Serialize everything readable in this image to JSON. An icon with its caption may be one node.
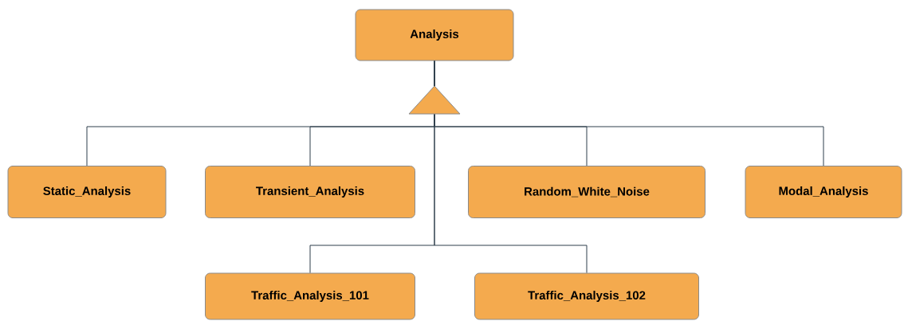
{
  "diagram": {
    "nodes": [
      {
        "text": [
          "Analysis"
        ]
      },
      {
        "text": [
          "Static_Analysis"
        ]
      },
      {
        "text": [
          "Transient_Analysis"
        ]
      },
      {
        "text": [
          "Random_White_Noise"
        ]
      },
      {
        "text": [
          "Modal_Analysis"
        ]
      },
      {
        "text": [
          "Traffic_Analysis_101"
        ]
      },
      {
        "text": [
          "Traffic_Analysis_102"
        ]
      }
    ],
    "edges": [
      {
        "from": 1,
        "to": 0,
        "arrow": "to"
      },
      {
        "from": 2,
        "to": 0,
        "arrow": "to"
      },
      {
        "from": 3,
        "to": 0,
        "arrow": "to"
      },
      {
        "from": 4,
        "to": 0,
        "arrow": "to"
      },
      {
        "from": 5,
        "to": 0,
        "arrow": "to"
      },
      {
        "from": 6,
        "to": 0,
        "arrow": "to"
      }
    ]
  }
}
